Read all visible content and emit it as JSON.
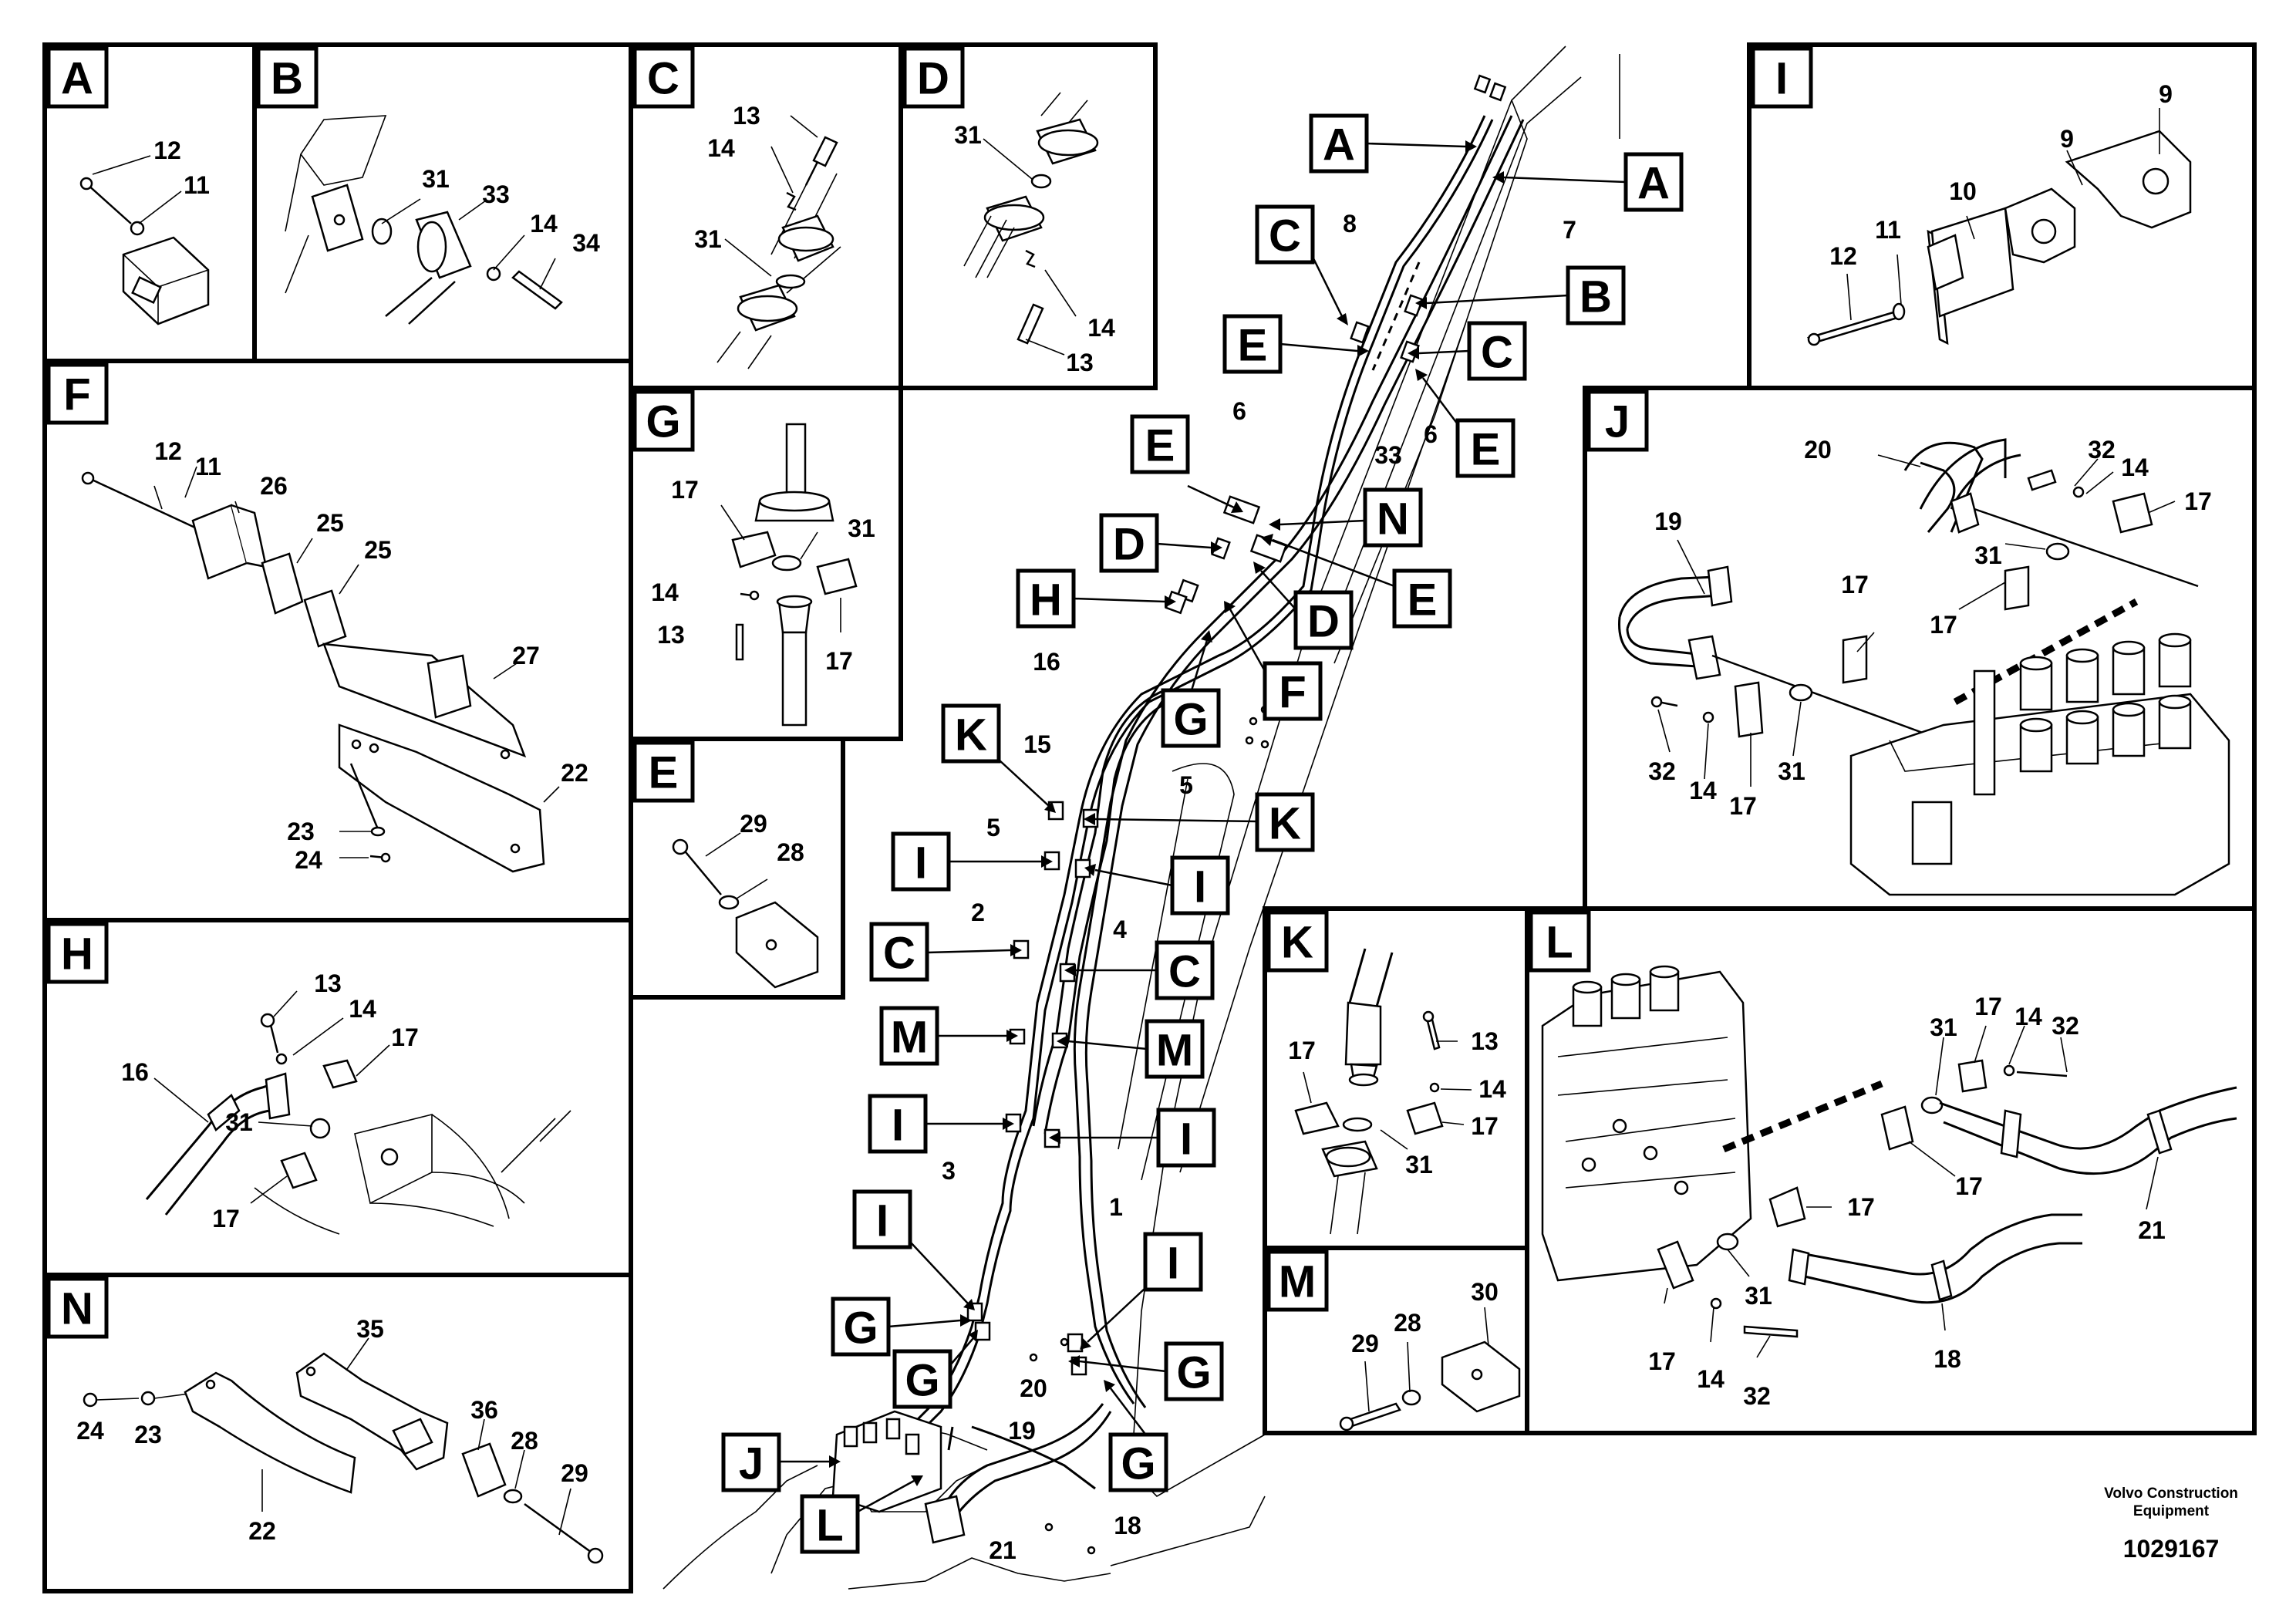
{
  "footer": {
    "company": "Volvo Construction Equipment",
    "doc_number": "1029167"
  },
  "panels": [
    {
      "id": "A",
      "parts": [
        "12",
        "11"
      ]
    },
    {
      "id": "B",
      "parts": [
        "31",
        "33",
        "14",
        "34"
      ]
    },
    {
      "id": "C",
      "parts": [
        "13",
        "14",
        "31"
      ]
    },
    {
      "id": "D",
      "parts": [
        "31",
        "14",
        "13"
      ]
    },
    {
      "id": "I",
      "parts": [
        "9",
        "9",
        "10",
        "11",
        "12"
      ]
    },
    {
      "id": "F",
      "parts": [
        "12",
        "11",
        "26",
        "25",
        "25",
        "27",
        "22",
        "23",
        "24"
      ]
    },
    {
      "id": "G",
      "parts": [
        "17",
        "31",
        "14",
        "13",
        "17"
      ]
    },
    {
      "id": "E",
      "parts": [
        "29",
        "28"
      ]
    },
    {
      "id": "J",
      "parts": [
        "20",
        "32",
        "14",
        "17",
        "19",
        "31",
        "17",
        "17",
        "32",
        "14",
        "17",
        "31"
      ]
    },
    {
      "id": "H",
      "parts": [
        "13",
        "14",
        "17",
        "16",
        "31",
        "17"
      ]
    },
    {
      "id": "K",
      "parts": [
        "17",
        "13",
        "14",
        "17",
        "31"
      ]
    },
    {
      "id": "L",
      "parts": [
        "17",
        "14",
        "32",
        "31",
        "17",
        "17",
        "21",
        "31",
        "17",
        "14",
        "32",
        "18"
      ]
    },
    {
      "id": "M",
      "parts": [
        "30",
        "29",
        "28"
      ]
    },
    {
      "id": "N",
      "parts": [
        "35",
        "24",
        "23",
        "36",
        "28",
        "29",
        "22"
      ]
    }
  ],
  "main_view": {
    "callouts": [
      "A",
      "A",
      "C",
      "B",
      "E",
      "C",
      "E",
      "E",
      "N",
      "D",
      "E",
      "H",
      "D",
      "G",
      "F",
      "K",
      "K",
      "I",
      "I",
      "C",
      "C",
      "M",
      "M",
      "I",
      "I",
      "I",
      "I",
      "G",
      "G",
      "J",
      "G",
      "L"
    ],
    "part_numbers": [
      "8",
      "7",
      "6",
      "33",
      "6",
      "16",
      "15",
      "5",
      "5",
      "2",
      "4",
      "3",
      "1",
      "20",
      "19",
      "21",
      "18"
    ]
  }
}
